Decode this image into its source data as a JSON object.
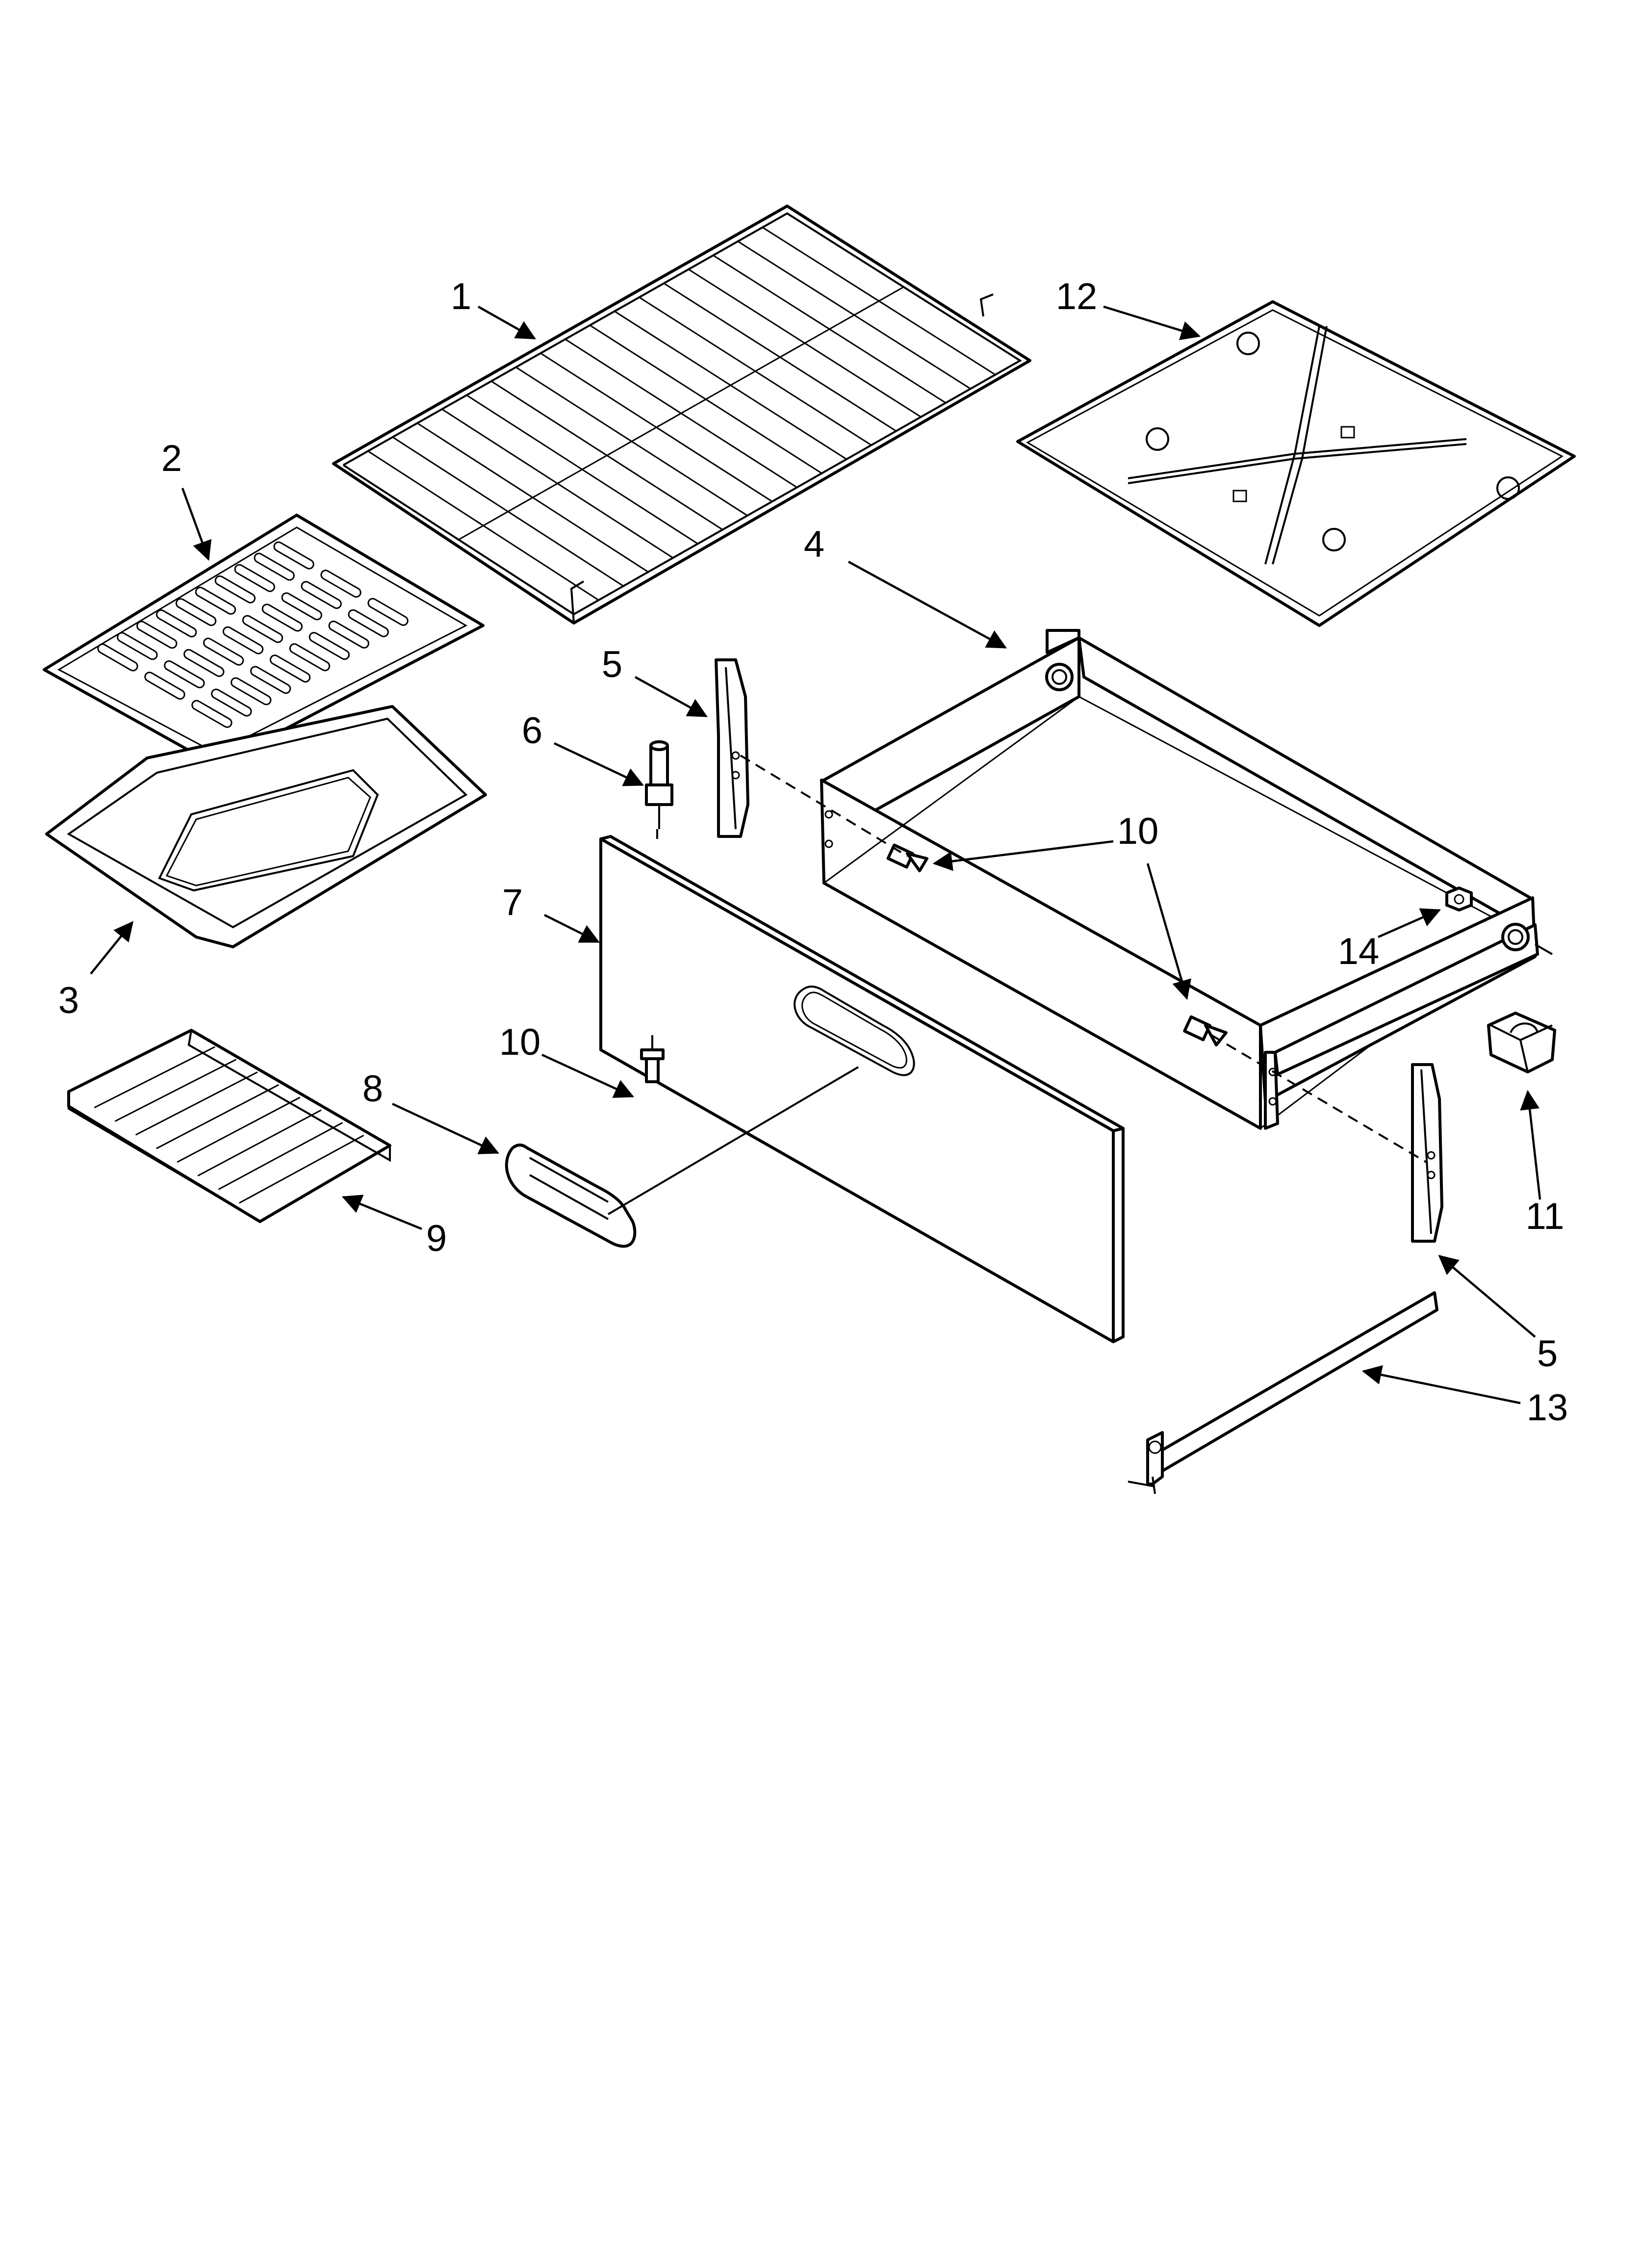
{
  "callouts": [
    {
      "id": "c1",
      "text": "1"
    },
    {
      "id": "c2",
      "text": "2"
    },
    {
      "id": "c3",
      "text": "3"
    },
    {
      "id": "c4",
      "text": "4"
    },
    {
      "id": "c5a",
      "text": "5"
    },
    {
      "id": "c5b",
      "text": "5"
    },
    {
      "id": "c6",
      "text": "6"
    },
    {
      "id": "c7",
      "text": "7"
    },
    {
      "id": "c8",
      "text": "8"
    },
    {
      "id": "c9",
      "text": "9"
    },
    {
      "id": "c10a",
      "text": "10"
    },
    {
      "id": "c10b",
      "text": "10"
    },
    {
      "id": "c11",
      "text": "11"
    },
    {
      "id": "c12",
      "text": "12"
    },
    {
      "id": "c13",
      "text": "13"
    },
    {
      "id": "c14",
      "text": "14"
    }
  ]
}
